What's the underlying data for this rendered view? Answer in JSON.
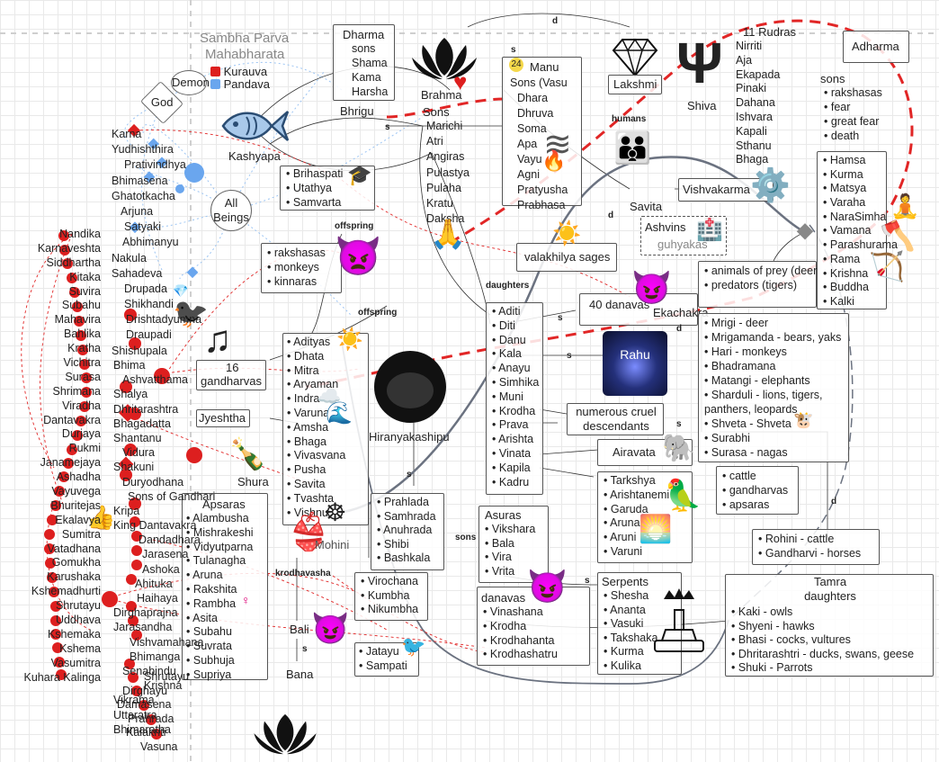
{
  "header": {
    "title": "Sambha Parva",
    "subtitle": "Mahabharata"
  },
  "legend": [
    {
      "label": "Kurauva",
      "color": "#dd1f1f"
    },
    {
      "label": "Pandava",
      "color": "#6aa6ee"
    }
  ],
  "hubs": {
    "demon": "Demon",
    "god": "God",
    "all_beings": "All Beings"
  },
  "dharma": {
    "title": "Dharma",
    "items": [
      "sons",
      "Shama",
      "Kama",
      "Harsha"
    ]
  },
  "brahma": "Brahma",
  "bhrigu": "Bhrigu",
  "brahma_sons": {
    "title": "Sons",
    "items": [
      "Marichi",
      "Atri",
      "Angiras",
      "Pulastya",
      "Pulaha",
      "Kratu",
      "Daksha"
    ]
  },
  "manu": {
    "title": "Manu",
    "items": [
      "Sons (Vasu",
      "Dhara",
      "Dhruva",
      "Soma",
      "Apa",
      "Vayu",
      "Agni",
      "Pratyusha",
      "Prabhasa"
    ]
  },
  "lakshmi": "Lakshmi",
  "shiva": "Shiva",
  "rudras": {
    "title": "11 Rudras",
    "items": [
      "Nirriti",
      "Aja",
      "Ekapada",
      "Pinaki",
      "Dahana",
      "Ishvara",
      "Kapali",
      "Sthanu",
      "Bhaga"
    ]
  },
  "adharma": "Adharma",
  "adharma_sons": {
    "title": "sons",
    "items": [
      "rakshasas",
      "fear",
      "great fear",
      "death"
    ]
  },
  "avatars": [
    "Hamsa",
    "Kurma",
    "Matsya",
    "Varaha",
    "NaraSimha",
    "Vamana",
    "Parashurama",
    "Rama",
    "Krishna",
    "Buddha",
    "Kalki"
  ],
  "brihaspati": [
    "Brihaspati",
    "Utathya",
    "Samvarta"
  ],
  "fish_label": "Kashyapa",
  "humans": "humans",
  "vishvakarma": "Vishvakarma",
  "savita": "Savita",
  "ashvins": "Ashvins",
  "guhyakas": "guhyakas",
  "offspring_label": "offspring",
  "daughters_label": "daughters",
  "sons_label": "sons",
  "rakshasas_box": [
    "rakshasas",
    "monkeys",
    "kinnaras"
  ],
  "valakhilya": "valakhilya sages",
  "danavas40": "40 danavas",
  "viprachitti": "Ekachakra",
  "animals_box": [
    "animals of prey (deer",
    "predators (tigers)"
  ],
  "mrigi": [
    "Mrigi - deer",
    "Mrigamanda - bears, yaks",
    "Hari - monkeys",
    "Bhadramana",
    "Matangi - elephants",
    "Sharduli - lions, tigers, panthers, leopards",
    "Shveta - Shveta",
    "Surabhi",
    "Surasa - nagas"
  ],
  "cattle": [
    "cattle",
    "gandharvas",
    "apsaras"
  ],
  "rohini": [
    "Rohini - cattle",
    "Gandharvi - horses"
  ],
  "tamra": {
    "title": "Tamra daughters",
    "items": [
      "Kaki - owls",
      "Shyeni - hawks",
      "Bhasi - cocks, vultures",
      "Dhritarashtri - ducks, swans, geese",
      "Shuki - Parrots"
    ]
  },
  "serpents": {
    "title": "Serpents",
    "items": [
      "Shesha",
      "Ananta",
      "Vasuki",
      "Takshaka",
      "Kurma",
      "Kulika"
    ]
  },
  "tarkshya": [
    "Tarkshya",
    "Arishtanemi",
    "Garuda",
    "Aruna",
    "Aruni",
    "Varuni"
  ],
  "airavata": "Airavata",
  "cruel": "numerous cruel descendants",
  "rahu": "Rahu",
  "daksha_daughters": [
    "Aditi",
    "Diti",
    "Danu",
    "Kala",
    "Anayu",
    "Simhika",
    "Muni",
    "Krodha",
    "Prava",
    "Arishta",
    "Vinata",
    "Kapila",
    "Kadru"
  ],
  "asuras": {
    "title": "Asuras",
    "items": [
      "Viksharа",
      "Bala",
      "Vira",
      "Vrita"
    ]
  },
  "danavas": {
    "title": "danavas",
    "items": [
      "Vinashana",
      "Krodha",
      "Krodhahanta",
      "Krodhashatru"
    ]
  },
  "prahlada": [
    "Prahlada",
    "Samhrada",
    "Anuhrada",
    "Shibi",
    "Bashkala"
  ],
  "virochana": [
    "Virochana",
    "Kumbha",
    "Nikumbha"
  ],
  "hiranyakashipu": "Hiranyakashipu",
  "adityas": [
    "Adityas",
    "Dhata",
    "Mitra",
    "Aryaman",
    "Indra",
    "Varuna",
    "Amsha",
    "Bhaga",
    "Vivasvana",
    "Pusha",
    "Savita",
    "Tvashta",
    "Vishnu"
  ],
  "gandharvas16": [
    "16",
    "gandharvas"
  ],
  "jyestha": "Jyeshtha",
  "shura": "Shura",
  "apsaras": {
    "title": "Apsaras",
    "items": [
      "Alambusha",
      "Mishrakeshi",
      "Vidyutparna",
      "Tulanagha",
      "Aruna",
      "Rakshita",
      "Rambha",
      "Asita",
      "Subahu",
      "Suvrata",
      "Subhuja",
      "Supriya"
    ]
  },
  "krodhavasha": "krodhavasha",
  "mohini": "Mohini",
  "bali": "Bali",
  "bana": "Bana",
  "jatayu": [
    "Jatayu",
    "Sampati"
  ],
  "s_marker": "s",
  "d_marker": "d",
  "pandava_column": [
    "Karna",
    "Yudhishthira",
    "Prativindhya",
    "Bhimasena",
    "Ghatotkacha",
    "Arjuna",
    "Satyaki",
    "Abhimanyu",
    "Nakula",
    "Sahadeva",
    "Drupada",
    "Shikhandi",
    "Drishtadyumna",
    "Draupadi",
    "Shishupala"
  ],
  "kuru_column": [
    "Bhima",
    "Ashvatthama",
    "Shalya",
    "Dhritarashtra",
    "Bhagadatta",
    "Shantanu",
    "Vidura",
    "Shakuni",
    "Duryodhana",
    "Sons of Gandhari",
    "Kripa",
    "King Dantavakra",
    "Dandadhara",
    "Jarasena",
    "Ashoka",
    "Ahituka",
    "Haihaya",
    "Dirghaprajna",
    "Jarasandha",
    "Vishvamahana",
    "Bhimanga",
    "Senabindu",
    "Krishna",
    "Vikrama",
    "Uttaratra",
    "Bhimaratha"
  ],
  "king_column": [
    "Nandika",
    "Karnaveshta",
    "Siddhartha",
    "Kitaka",
    "Suvira",
    "Subahu",
    "Mahavira",
    "Bahlika",
    "Kratha",
    "Vichitra",
    "Surasa",
    "Shrimana",
    "Viradha",
    "Dantavakra",
    "Durjaya",
    "Rukmi",
    "Janamejaya",
    "Ashadha",
    "Vayuvega",
    "Bhuritejas",
    "Ekalavya",
    "Sumitra",
    "Vatadhana",
    "Gomukha",
    "Karushaka",
    "Kshemadhurti",
    "Shrutayu",
    "Uddhava",
    "Kshemaka",
    "Kshema",
    "Vasumitra",
    "Kuhara Kalinga"
  ],
  "south_column": [
    "Shrutayu",
    "Dirghayu",
    "Damasena",
    "Prahrada",
    "Kalakriti",
    "Vasuna"
  ]
}
